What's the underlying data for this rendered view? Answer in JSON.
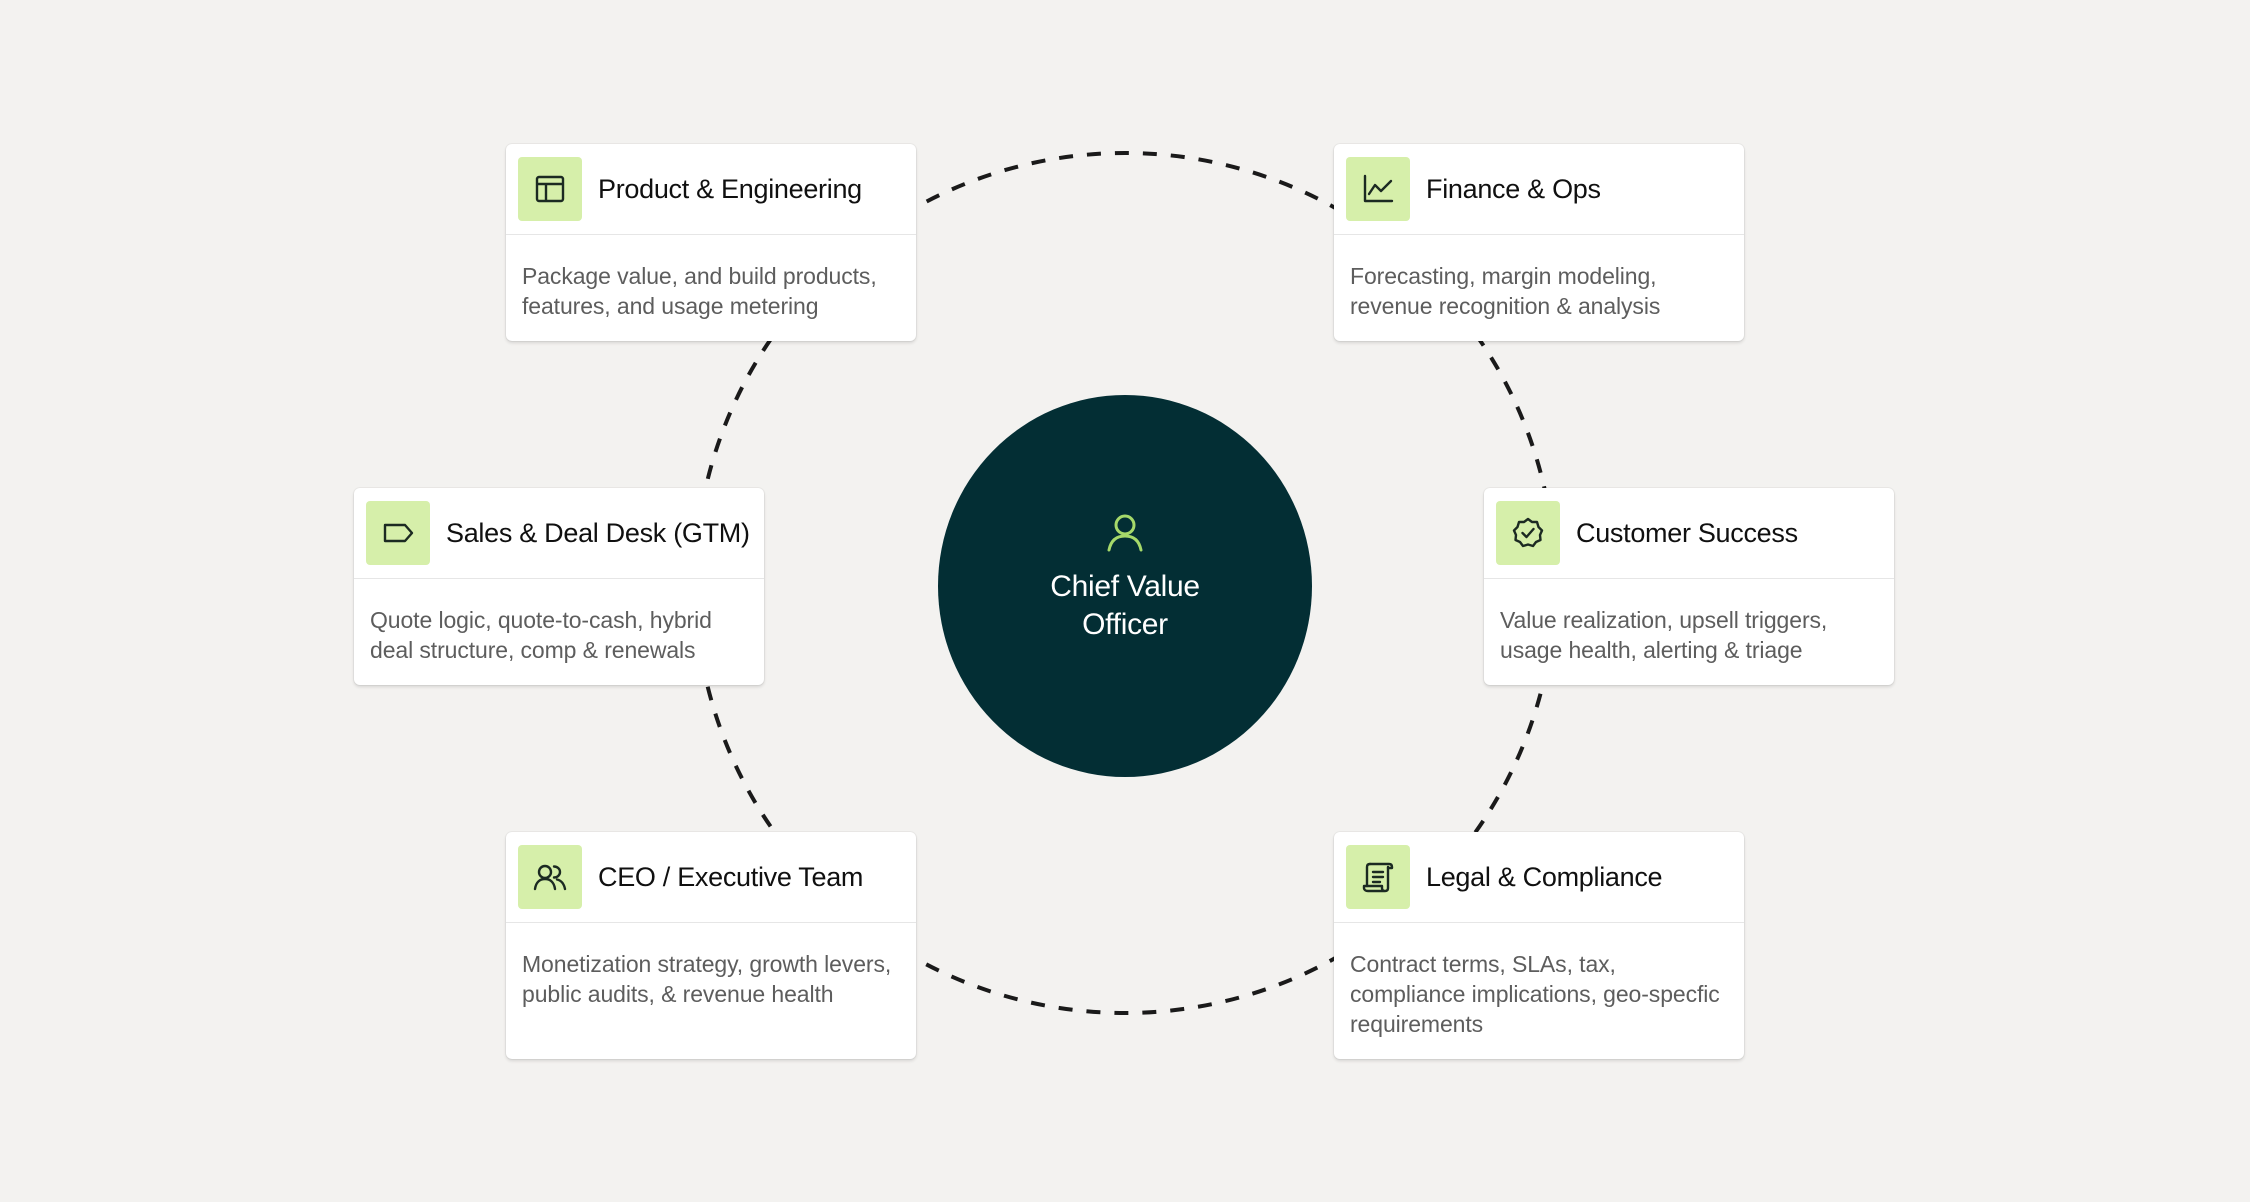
{
  "center": {
    "title": "Chief Value Officer",
    "icon": "user-icon"
  },
  "colors": {
    "background": "#f3f2f0",
    "center_fill": "#032e34",
    "center_icon": "#a6d96a",
    "icon_box": "#d6efaa",
    "dash": "#1a1a1a"
  },
  "cards": {
    "product": {
      "icon": "layout-icon",
      "title": "Product & Engineering",
      "desc": "Package value, and build products, features, and usage metering"
    },
    "finance": {
      "icon": "line-chart-icon",
      "title": "Finance & Ops",
      "desc": "Forecasting, margin modeling, revenue recognition & analysis"
    },
    "sales": {
      "icon": "tag-icon",
      "title": "Sales & Deal Desk (GTM)",
      "desc": "Quote logic, quote-to-cash, hybrid deal structure, comp & renewals"
    },
    "success": {
      "icon": "verified-badge-icon",
      "title": "Customer Success",
      "desc": "Value realization, upsell triggers, usage health, alerting & triage"
    },
    "ceo": {
      "icon": "users-icon",
      "title": "CEO / Executive Team",
      "desc": "Monetization strategy, growth levers, public audits, & revenue health"
    },
    "legal": {
      "icon": "scroll-icon",
      "title": "Legal & Compliance",
      "desc": "Contract terms, SLAs, tax, compliance implications, geo-specfic requirements"
    }
  }
}
